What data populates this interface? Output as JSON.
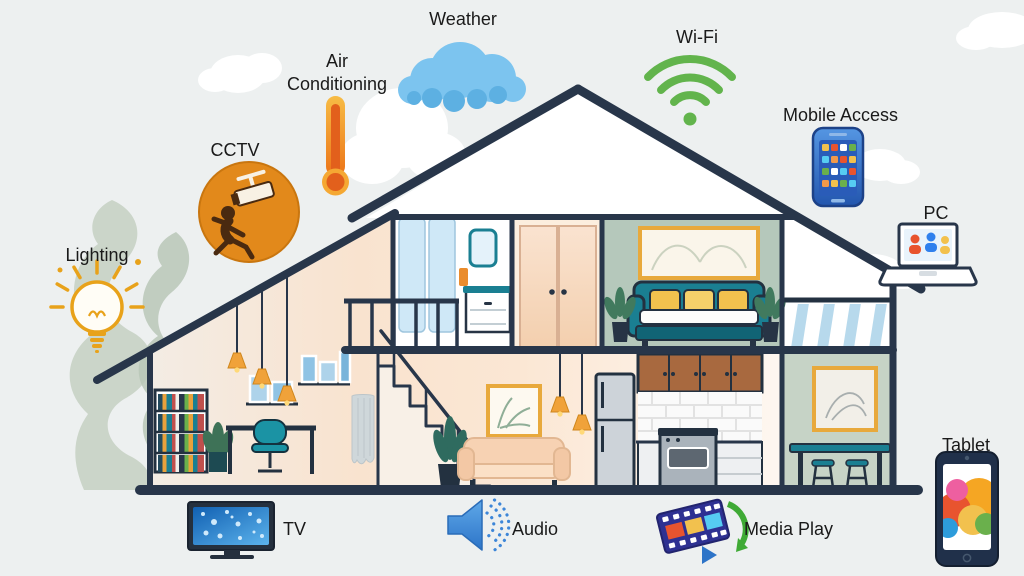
{
  "features": [
    {
      "id": "weather",
      "label": "Weather",
      "icon": "cloud-icon"
    },
    {
      "id": "air-conditioning",
      "label": "Air Conditioning",
      "icon": "thermometer-icon"
    },
    {
      "id": "wifi",
      "label": "Wi-Fi",
      "icon": "wifi-icon"
    },
    {
      "id": "mobile-access",
      "label": "Mobile Access",
      "icon": "smartphone-icon"
    },
    {
      "id": "pc",
      "label": "PC",
      "icon": "laptop-icon"
    },
    {
      "id": "cctv",
      "label": "CCTV",
      "icon": "security-camera-icon"
    },
    {
      "id": "lighting",
      "label": "Lighting",
      "icon": "lightbulb-icon"
    },
    {
      "id": "tablet",
      "label": "Tablet",
      "icon": "tablet-icon"
    },
    {
      "id": "tv",
      "label": "TV",
      "icon": "tv-icon"
    },
    {
      "id": "audio",
      "label": "Audio",
      "icon": "speaker-icon"
    },
    {
      "id": "media-play",
      "label": "Media Play",
      "icon": "media-player-icon"
    }
  ],
  "colors": {
    "background": "#edf0f0",
    "house_outline": "#28364a",
    "accent_orange": "#e8a13c",
    "accent_teal": "#1a7f92",
    "wifi_green": "#62b44c",
    "weather_blue": "#7cc4ef",
    "cctv_orange": "#e2891b",
    "lighting_gold": "#e8a21a",
    "sage_green": "#cbd5c9",
    "bedroom_wall_green": "#b5c8bb",
    "peach": "#fbe4d0"
  }
}
